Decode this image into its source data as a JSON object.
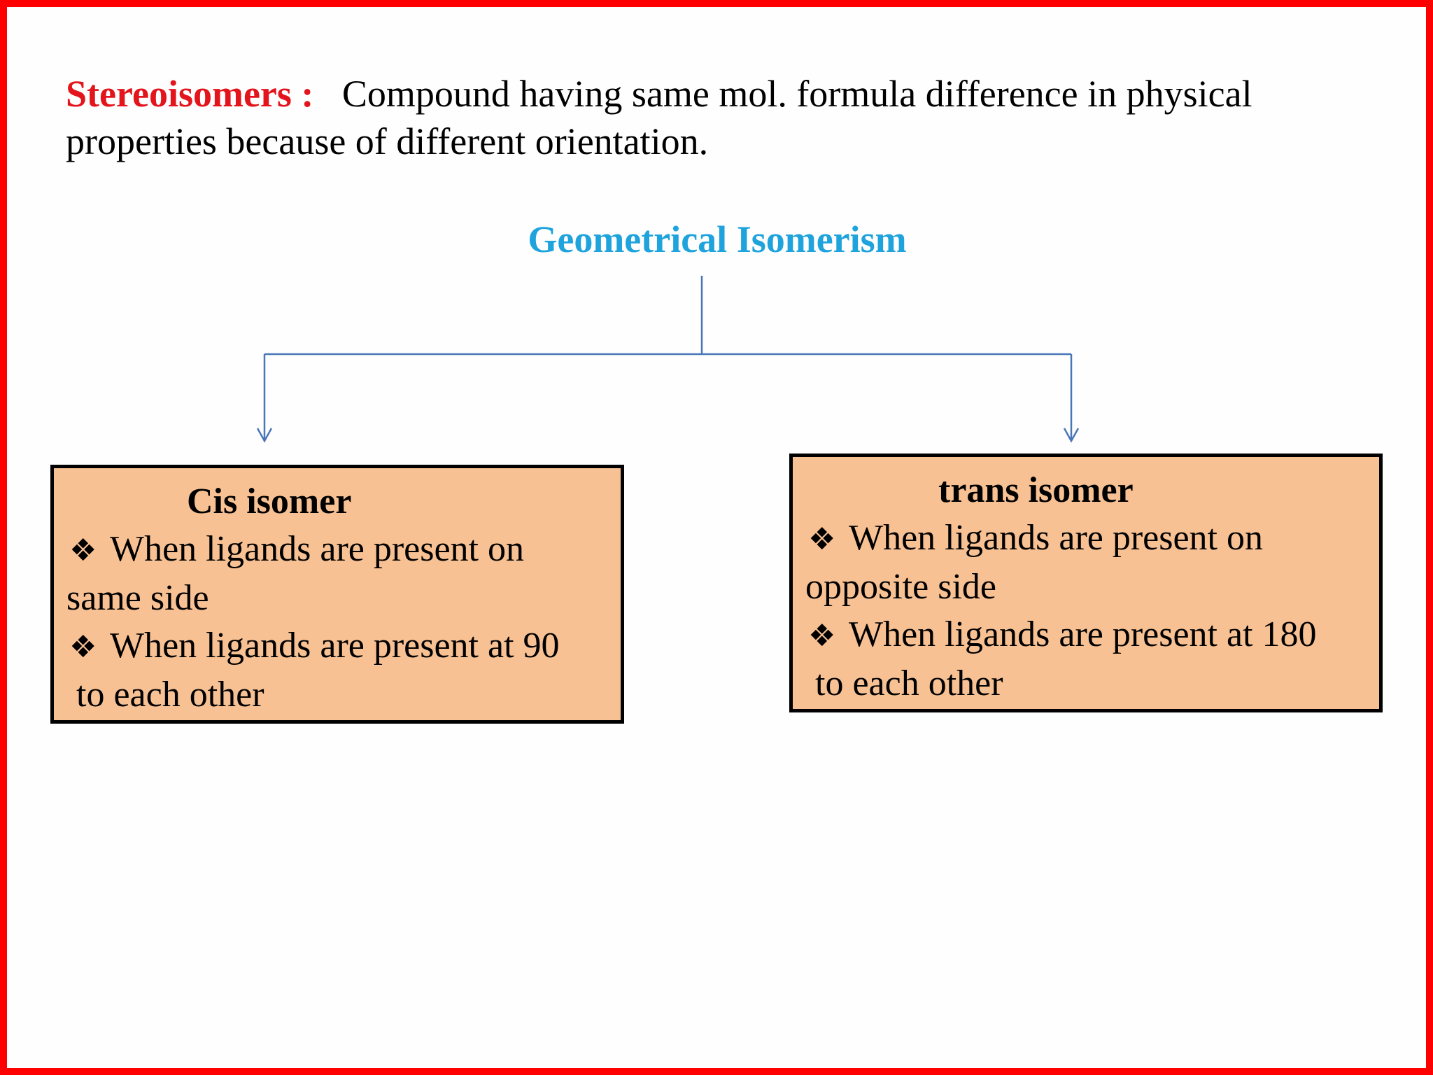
{
  "colors": {
    "frame_border": "#ff0000",
    "term": "#e3141b",
    "branch_title": "#1fa3dc",
    "connector": "#4a76b8",
    "box_fill": "#f8c193",
    "box_border": "#000000"
  },
  "definition": {
    "term": "Stereoisomers :",
    "description": "Compound having same mol. formula difference in physical properties because of different orientation."
  },
  "diagram": {
    "root": "Geometrical Isomerism",
    "branches": [
      {
        "heading": "Cis isomer",
        "points": [
          {
            "icon": "diamond-bullet-icon",
            "line1": "When ligands are present on",
            "line2": "same side"
          },
          {
            "icon": "diamond-bullet-icon",
            "line1": "When ligands are present at 90",
            "line2": "to each other"
          }
        ]
      },
      {
        "heading": "trans isomer",
        "points": [
          {
            "icon": "diamond-bullet-icon",
            "line1": "When ligands are present on",
            "line2": "opposite side"
          },
          {
            "icon": "diamond-bullet-icon",
            "line1": "When ligands are present at 180",
            "line2": "to each other"
          }
        ]
      }
    ]
  }
}
